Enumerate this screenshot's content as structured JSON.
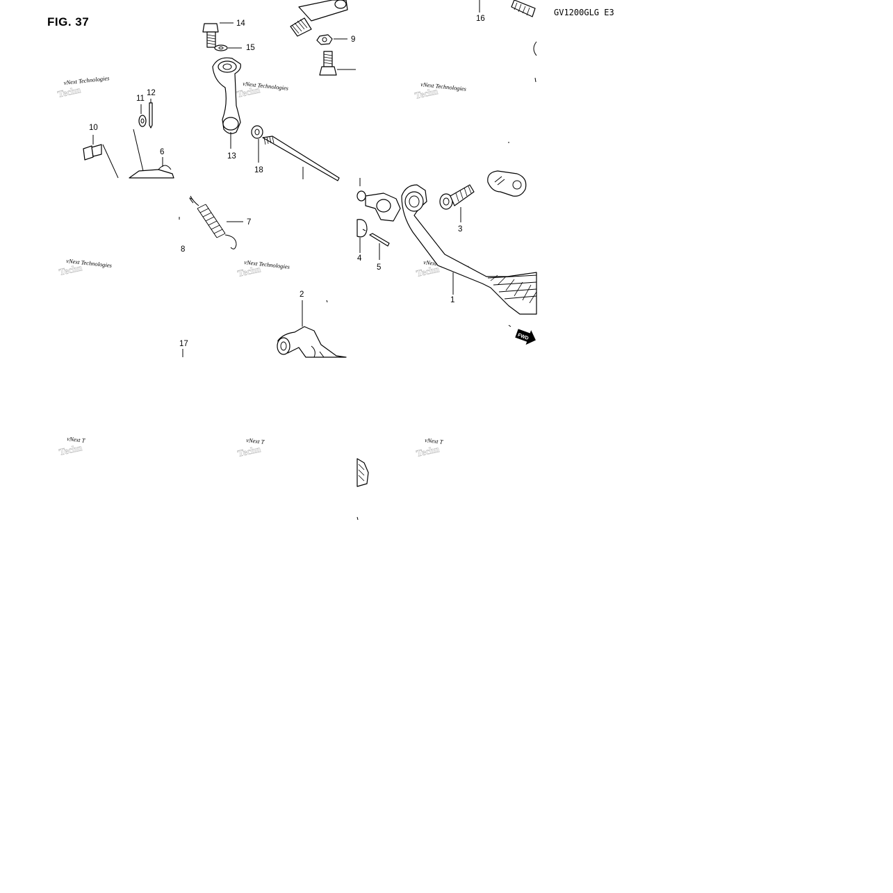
{
  "figure": {
    "title": "FIG. 37",
    "model_code": "GV1200GLG E3"
  },
  "callouts": [
    "1",
    "2",
    "3",
    "4",
    "5",
    "6",
    "7",
    "8",
    "9",
    "10",
    "11",
    "12",
    "13",
    "14",
    "15",
    "16",
    "17",
    "18"
  ],
  "watermark": {
    "text": "vNext Technologies",
    "fragment": "vNext T",
    "ghost_fragment": "Techn"
  },
  "fwd_label": "FWD",
  "icons": {
    "fwd_arrow": "forward-direction-arrow-icon"
  }
}
